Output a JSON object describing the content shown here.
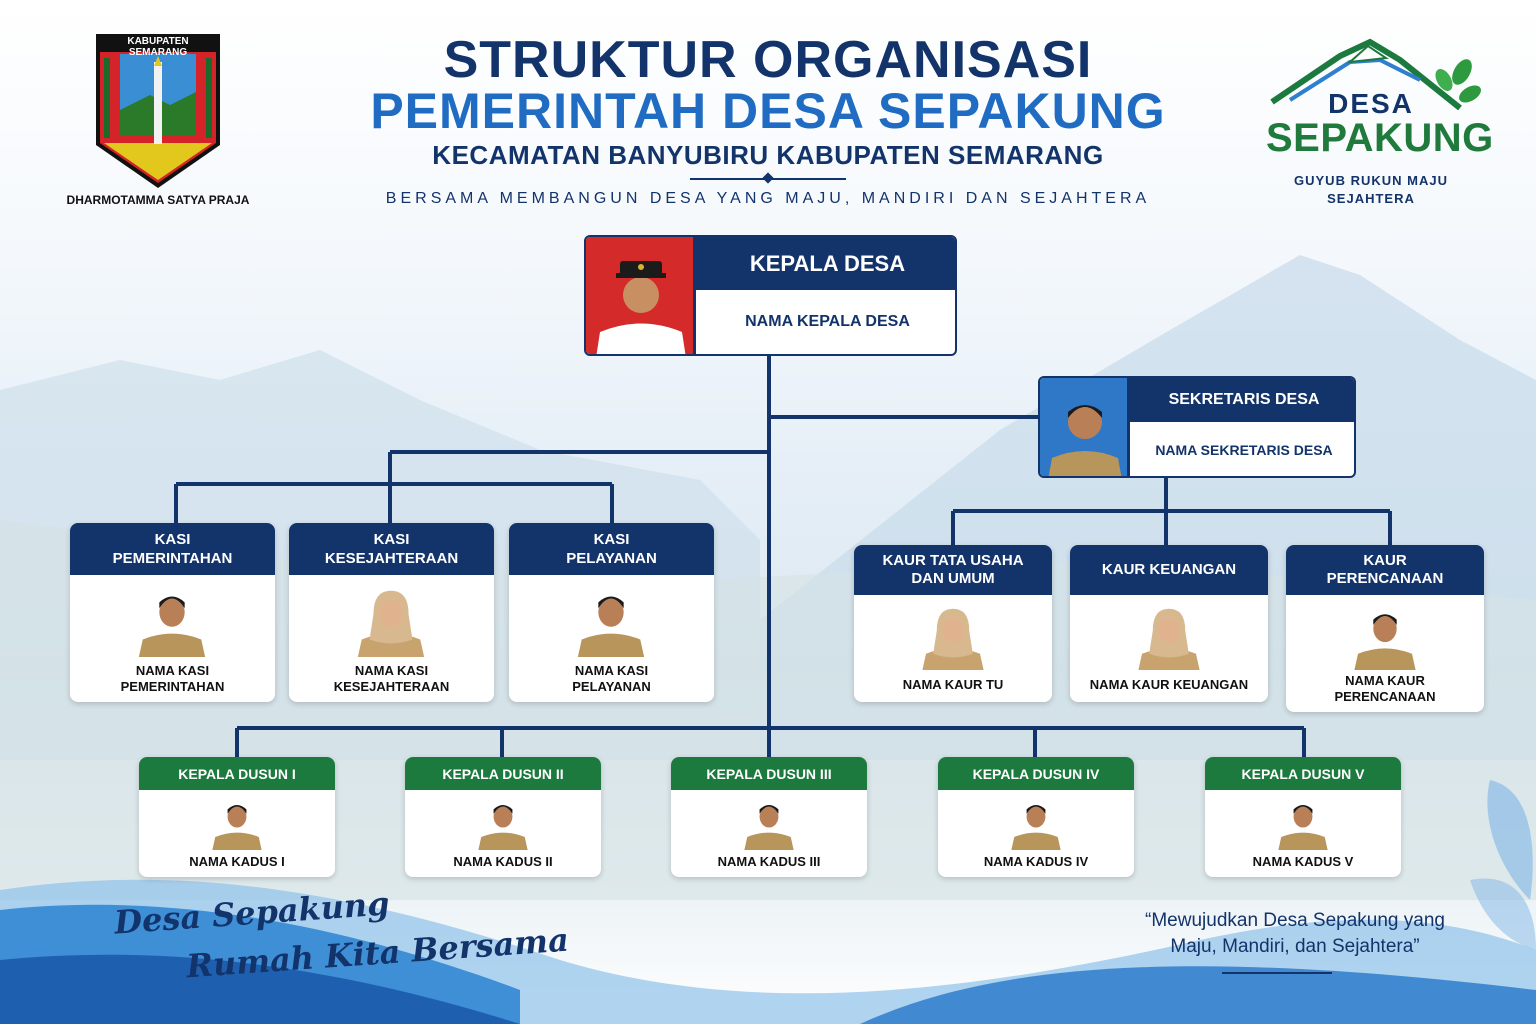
{
  "header": {
    "title_line1": "STRUKTUR ORGANISASI",
    "title_line2": "PEMERINTAH DESA SEPAKUNG",
    "subtitle": "KECAMATAN BANYUBIRU  KABUPATEN SEMARANG",
    "tagline": "BERSAMA MEMBANGUN DESA YANG MAJU, MANDIRI DAN SEJAHTERA"
  },
  "emblem": {
    "label": "KABUPATEN SEMARANG",
    "caption": "DHARMOTAMMA SATYA PRAJA"
  },
  "logo": {
    "line1": "DESA",
    "line2": "SEPAKUNG",
    "motto_line1": "GUYUB  RUKUN  MAJU",
    "motto_line2": "SEJAHTERA"
  },
  "colors": {
    "navy": "#13336b",
    "blue": "#1f6cc2",
    "green": "#1d7a3f",
    "uniform_khaki": "#b8955a",
    "hijab_beige": "#d8b98f"
  },
  "org": {
    "kepala_desa": {
      "title": "KEPALA DESA",
      "name": "NAMA KEPALA DESA"
    },
    "sekretaris": {
      "title": "SEKRETARIS DESA",
      "name": "NAMA SEKRETARIS DESA"
    },
    "kasi": [
      {
        "title_l1": "KASI",
        "title_l2": "PEMERINTAHAN",
        "name_l1": "NAMA KASI",
        "name_l2": "PEMERINTAHAN"
      },
      {
        "title_l1": "KASI",
        "title_l2": "KESEJAHTERAAN",
        "name_l1": "NAMA KASI",
        "name_l2": "KESEJAHTERAAN"
      },
      {
        "title_l1": "KASI",
        "title_l2": "PELAYANAN",
        "name_l1": "NAMA KASI",
        "name_l2": "PELAYANAN"
      }
    ],
    "kaur": [
      {
        "title_l1": "KAUR TATA USAHA",
        "title_l2": "DAN UMUM",
        "name_l1": "NAMA KAUR TU",
        "name_l2": ""
      },
      {
        "title_l1": "KAUR KEUANGAN",
        "title_l2": "",
        "name_l1": "NAMA KAUR KEUANGAN",
        "name_l2": ""
      },
      {
        "title_l1": "KAUR",
        "title_l2": "PERENCANAAN",
        "name_l1": "NAMA KAUR",
        "name_l2": "PERENCANAAN"
      }
    ],
    "kadus": [
      {
        "title": "KEPALA DUSUN I",
        "name": "NAMA KADUS I"
      },
      {
        "title": "KEPALA DUSUN II",
        "name": "NAMA KADUS II"
      },
      {
        "title": "KEPALA DUSUN III",
        "name": "NAMA KADUS III"
      },
      {
        "title": "KEPALA DUSUN IV",
        "name": "NAMA KADUS IV"
      },
      {
        "title": "KEPALA DUSUN V",
        "name": "NAMA KADUS V"
      }
    ]
  },
  "footer": {
    "script_line1": "Desa Sepakung",
    "script_line2": "Rumah Kita Bersama",
    "quote_line1": "“Mewujudkan Desa Sepakung yang",
    "quote_line2": "Maju, Mandiri, dan Sejahtera”"
  }
}
